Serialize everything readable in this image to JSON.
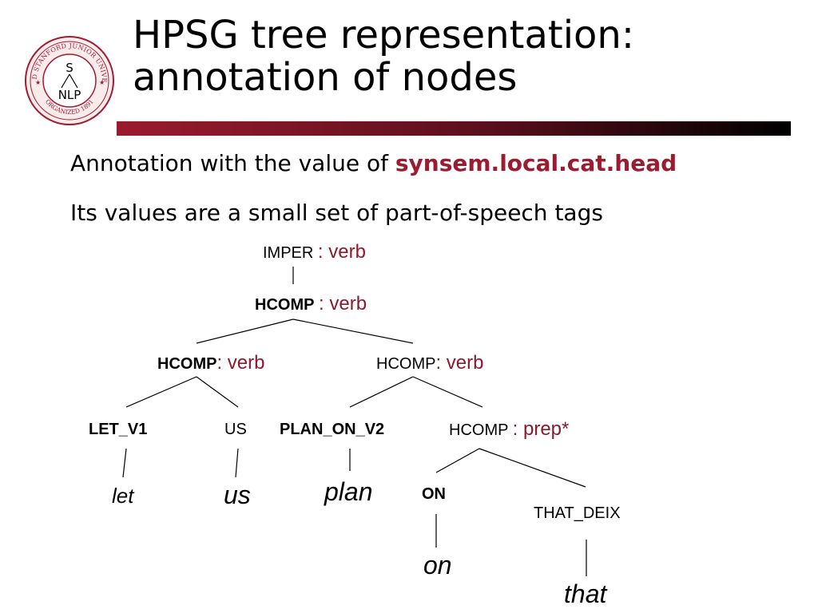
{
  "slide": {
    "title_line1": "HPSG tree representation:",
    "title_line2": "annotation of nodes",
    "logo": {
      "ring_text": "LELAND STANFORD JUNIOR UNIVERSITY",
      "bottom_text": "ORGANIZED 1891",
      "center_top": "S",
      "center_bottom": "NLP"
    }
  },
  "bullets": [
    {
      "text": "Annotation with the value of ",
      "highlight": "synsem.local.cat.head"
    },
    {
      "text": "Its values are a small set of part-of-speech tags"
    }
  ],
  "tree": {
    "imper": {
      "label": "IMPER",
      "ann": ": verb"
    },
    "hcomp_root": {
      "label": "HCOMP",
      "ann": ": verb"
    },
    "hcomp_left": {
      "label": "HCOMP",
      "ann": ": verb"
    },
    "hcomp_right": {
      "label": "HCOMP",
      "ann": ": verb"
    },
    "let_v1": {
      "label": "LET_V1"
    },
    "us": {
      "label": "US"
    },
    "plan_on_v2": {
      "label": "PLAN_ON_V2"
    },
    "hcomp_prep": {
      "label": "HCOMP",
      "ann": ": prep*"
    },
    "on": {
      "label": "ON"
    },
    "that_deix": {
      "label": "THAT_DEIX"
    },
    "words": {
      "let": "let",
      "us": "us",
      "plan": "plan",
      "on": "on",
      "that": "that"
    }
  },
  "colors": {
    "accent": "#9b1b30",
    "annotation": "#8b1a2e",
    "title_bar_dark": "#000000"
  }
}
